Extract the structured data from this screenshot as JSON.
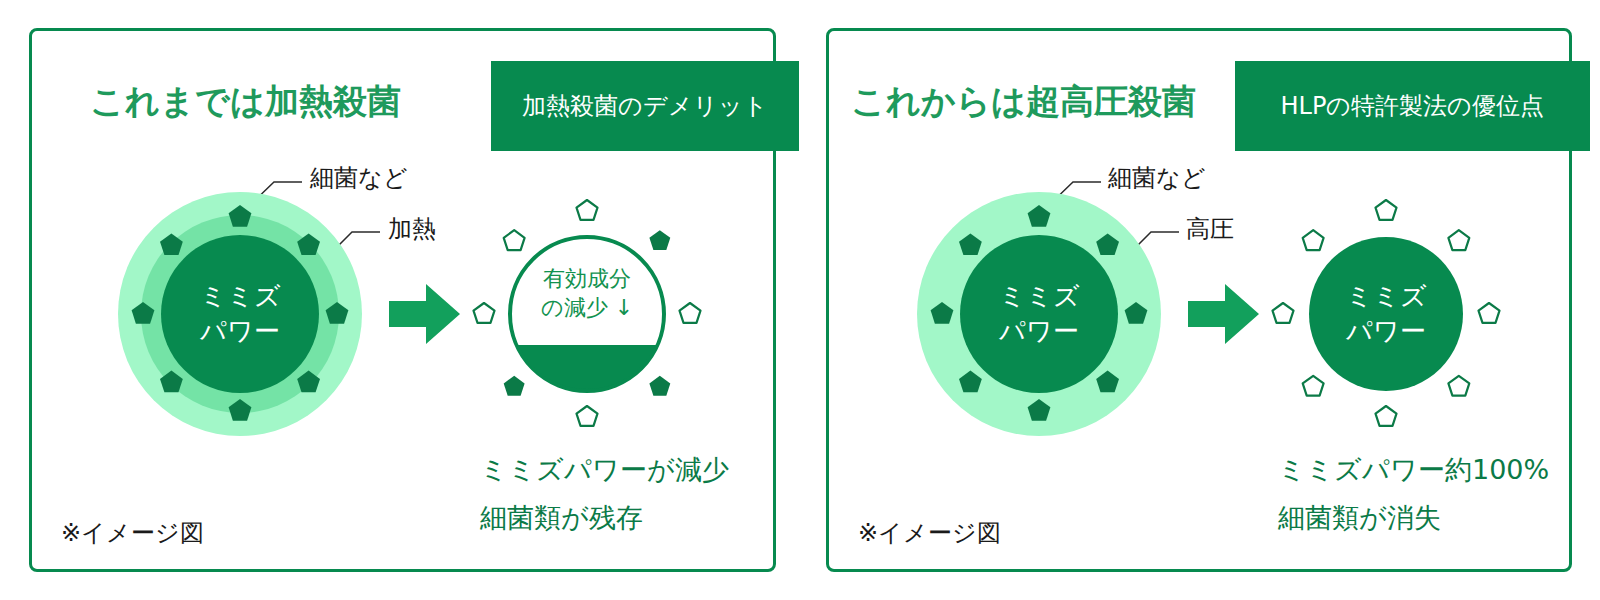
{
  "diagram": {
    "nodes": [
      {
        "text": [
          "これまでは加熱殺菌"
        ]
      },
      {
        "text": [
          "加熱殺菌のデメリット"
        ],
        "in": 0
      },
      {
        "text": [
          "ミミズ パワー"
        ],
        "in": 0
      },
      {
        "text": [
          "有効成分 の減少 ↓"
        ],
        "in": 0
      },
      {
        "text": [
          "これからは超高圧殺菌"
        ]
      },
      {
        "text": [
          "HLPの特許製法の優位点"
        ],
        "in": 4
      },
      {
        "text": [
          "ミミズ パワー"
        ],
        "in": 4
      },
      {
        "text": [
          "ミミズ パワー"
        ],
        "in": 4
      }
    ],
    "edges": [
      {
        "from": 2,
        "to": 3,
        "arrow": "to"
      },
      {
        "from": 6,
        "to": 7,
        "arrow": "to"
      }
    ],
    "labels": [
      "細菌など",
      "加熱",
      "ミミズパワーが減少",
      "細菌類が残存",
      "※イメージ図",
      "細菌など",
      "高圧",
      "ミミズパワー約100%",
      "細菌類が消失",
      "※イメージ図"
    ]
  }
}
